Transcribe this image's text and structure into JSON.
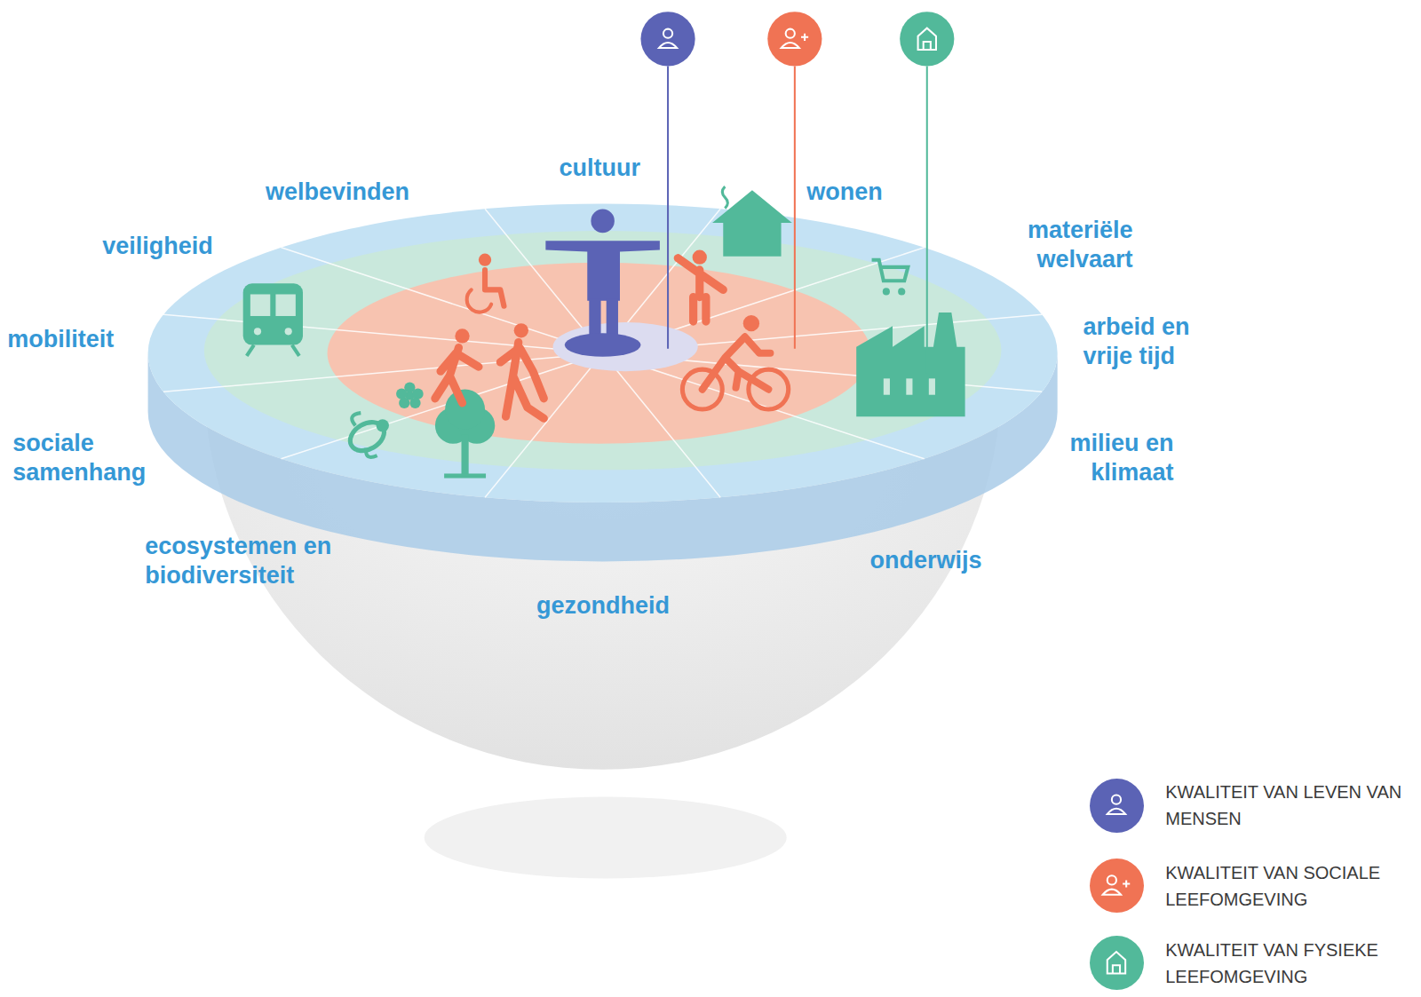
{
  "diagram": {
    "labels": [
      "cultuur",
      "welbevinden",
      "wonen",
      "veiligheid",
      "materiële welvaart",
      "mobiliteit",
      "arbeid en vrije tijd",
      "sociale samenhang",
      "milieu en klimaat",
      "ecosystemen en biodiversiteit",
      "onderwijs",
      "gezondheid"
    ],
    "legend": [
      {
        "text": "KWALITEIT VAN LEVEN VAN MENSEN",
        "color": "#5b63b5"
      },
      {
        "text": "KWALITEIT VAN SOCIALE LEEFOMGEVING",
        "color": "#f07354"
      },
      {
        "text": "KWALITEIT VAN FYSIEKE LEEFOMGEVING",
        "color": "#52b99a"
      }
    ]
  }
}
